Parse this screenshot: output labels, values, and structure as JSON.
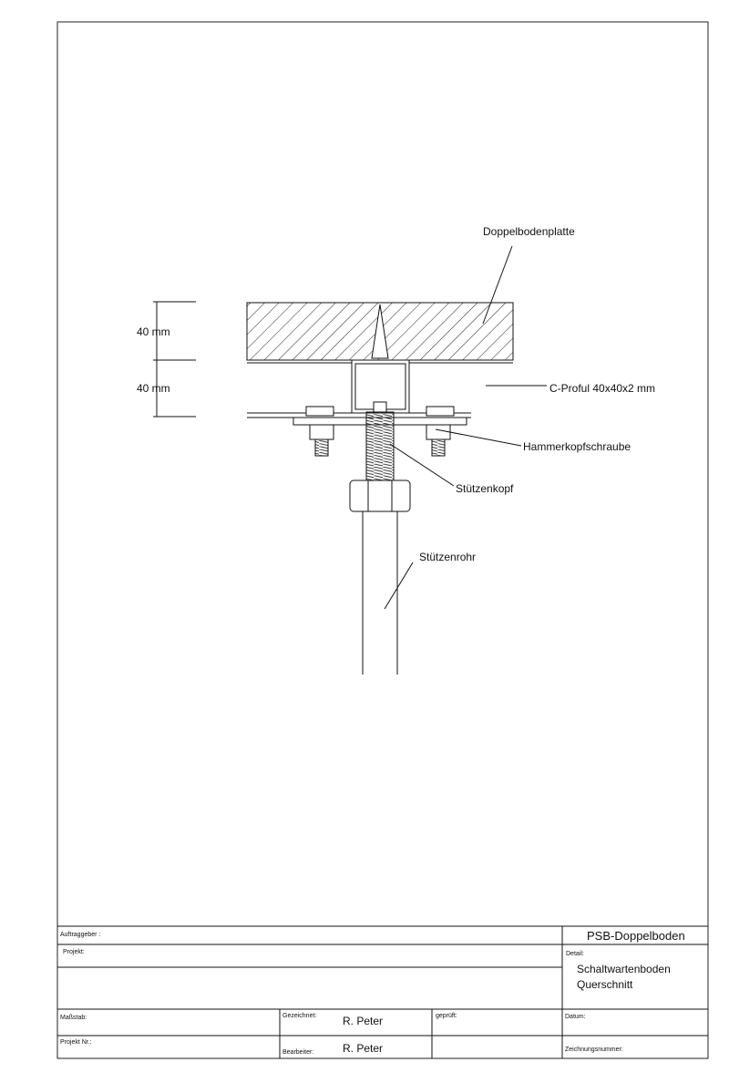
{
  "labels": {
    "plate": "Doppelbodenplatte",
    "profile": "C-Proful 40x40x2 mm",
    "screw": "Hammerkopfschraube",
    "head": "Stützenkopf",
    "tube": "Stützenrohr",
    "dim1": "40 mm",
    "dim2": "40 mm"
  },
  "titleblock": {
    "auftraggeber_label": "Auftraggeber :",
    "projekt_label": "Projekt:",
    "masstab_label": "Maßstab:",
    "projekt_nr_label": "Projekt Nr.:",
    "gezeichnet_label": "Gezeichnet:",
    "gezeichnet_value": "R. Peter",
    "bearbeiter_label": "Bearbeiter:",
    "bearbeiter_value": "R. Peter",
    "geprueft_label": "geprüft:",
    "company": "PSB-Doppelboden",
    "detail_label": "Detail:",
    "detail_line1": "Schaltwartenboden",
    "detail_line2": "Querschnitt",
    "datum_label": "Datum:",
    "zeichnungsnummer_label": "Zeichnungsnummer:"
  }
}
